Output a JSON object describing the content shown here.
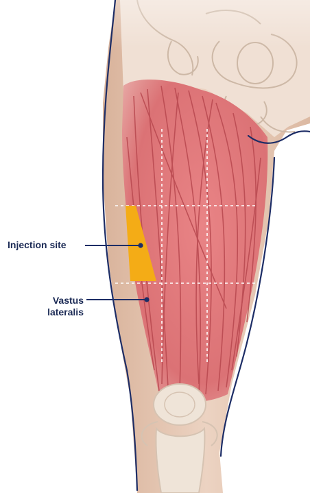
{
  "labels": {
    "injection_site": "Injection site",
    "vastus_line1": "Vastus",
    "vastus_line2": "lateralis"
  },
  "colors": {
    "skin": "#e3c3ad",
    "skin_light": "#f1dfd2",
    "muscle": "#e17c7d",
    "muscle_dark": "#b8484f",
    "injection_site": "#f4ac16",
    "outline": "#1d2d66",
    "bone": "#efe4d8",
    "label_text": "#1b2a55"
  }
}
